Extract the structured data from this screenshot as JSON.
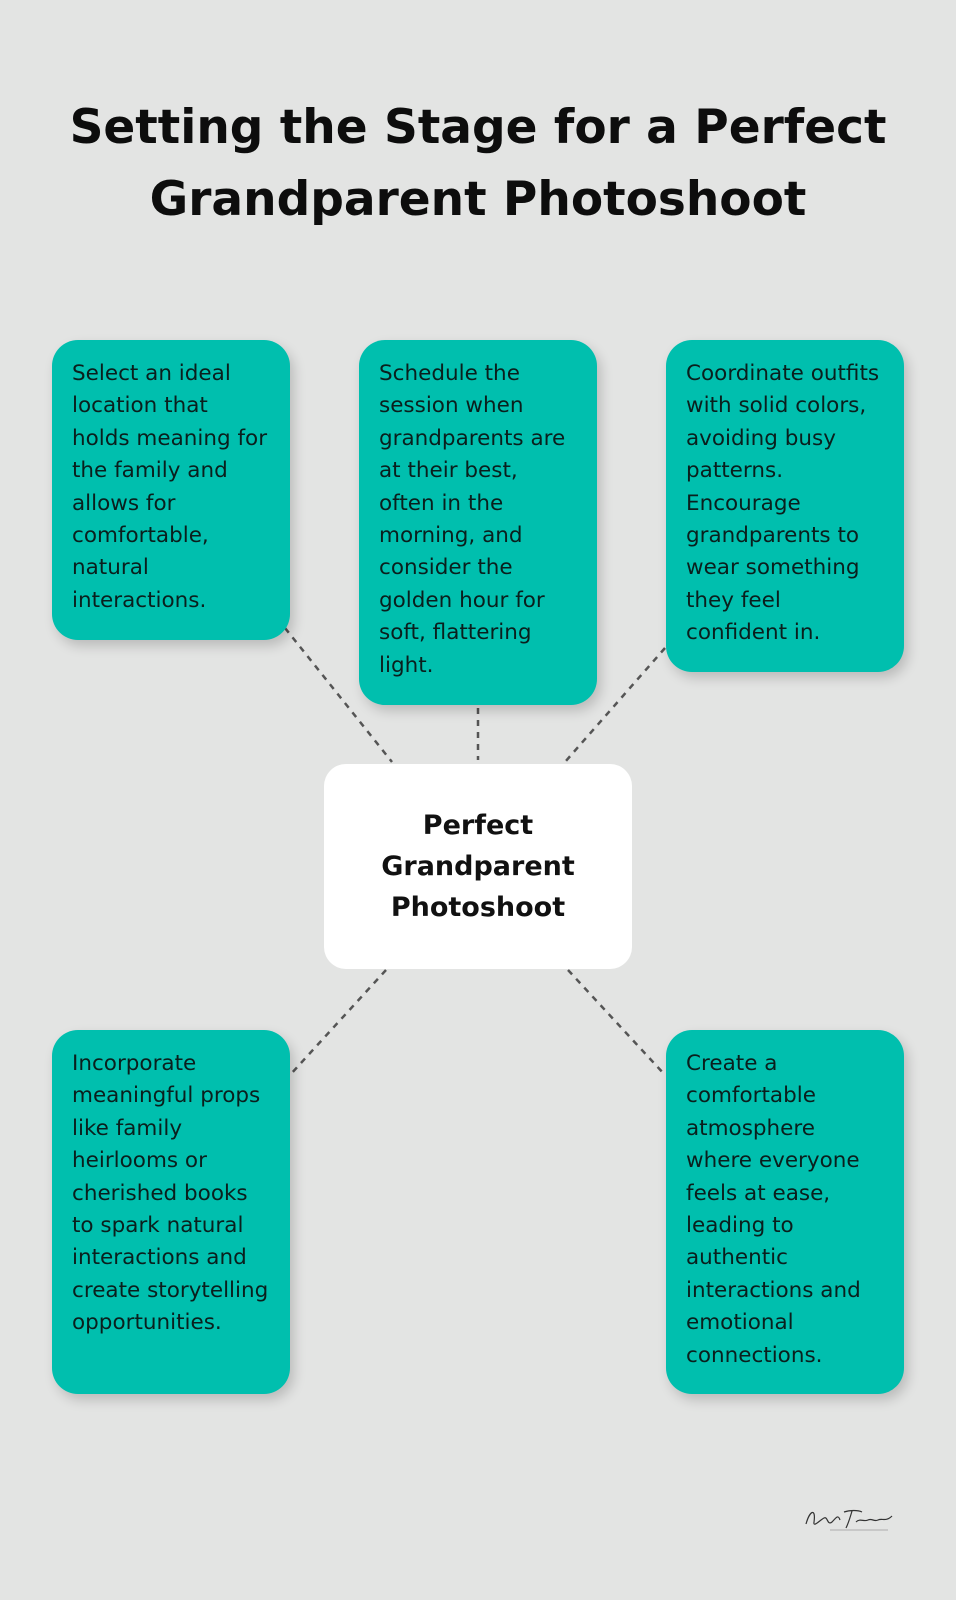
{
  "title": "Setting the Stage for a Perfect Grandparent Photoshoot",
  "center": "Perfect Grandparent Photoshoot",
  "cards": [
    "Select an ideal location that holds meaning for the family and allows for comfortable, natural interactions.",
    "Schedule the session when grandparents are at their best, often in the morning, and consider the golden hour for soft, flattering light.",
    "Coordinate outfits with solid colors, avoiding busy patterns. Encourage grandparents to wear something they feel confident in.",
    "Incorporate meaningful props like family heirlooms or cherished books to spark natural interactions and create storytelling opportunities.",
    "Create a comfortable atmosphere where everyone feels at ease, leading to authentic interactions and emotional connections."
  ],
  "colors": {
    "background": "#e3e4e3",
    "card": "#00bfae",
    "center": "#ffffff",
    "connector": "#555555"
  },
  "logo": {
    "text": "Kelly Tanski",
    "icon": "signature-logo"
  }
}
